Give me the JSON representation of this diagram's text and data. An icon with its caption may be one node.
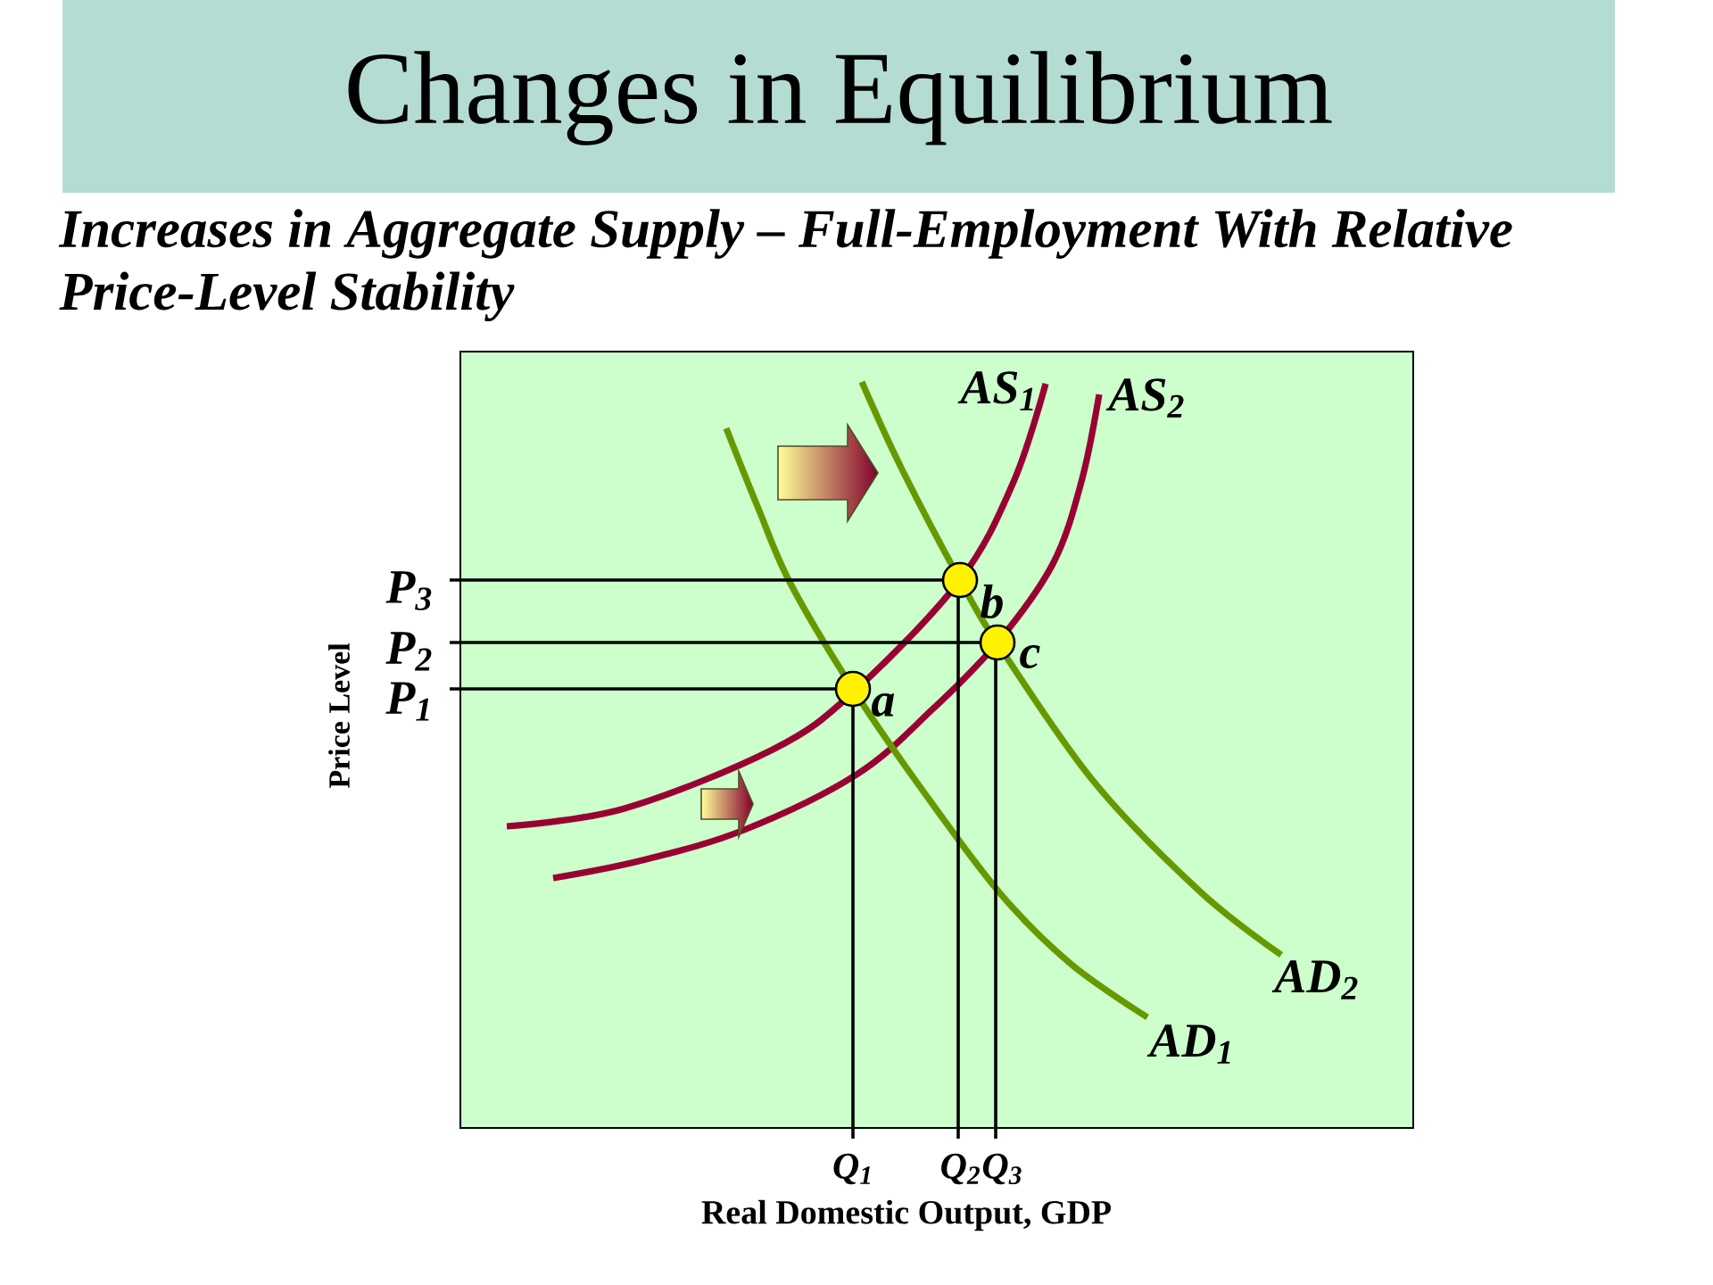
{
  "diagram": {
    "title": "Changes in Equilibrium",
    "labels": [
      "Increases in Aggregate Supply – Full-Employment With Relative Price-Level Stability",
      "AS$_{1}$",
      "AS$_{2}$",
      "P$_{3}$",
      "b",
      "P$_{2}$",
      "c",
      "P$_{1}$",
      "a",
      "Price Level",
      "AD$_{2}$",
      "AD$_{1}$",
      "Q$_{1}$",
      "Q$_{2}$",
      "Q$_{3}$",
      "Real Domestic Output, GDP"
    ]
  }
}
